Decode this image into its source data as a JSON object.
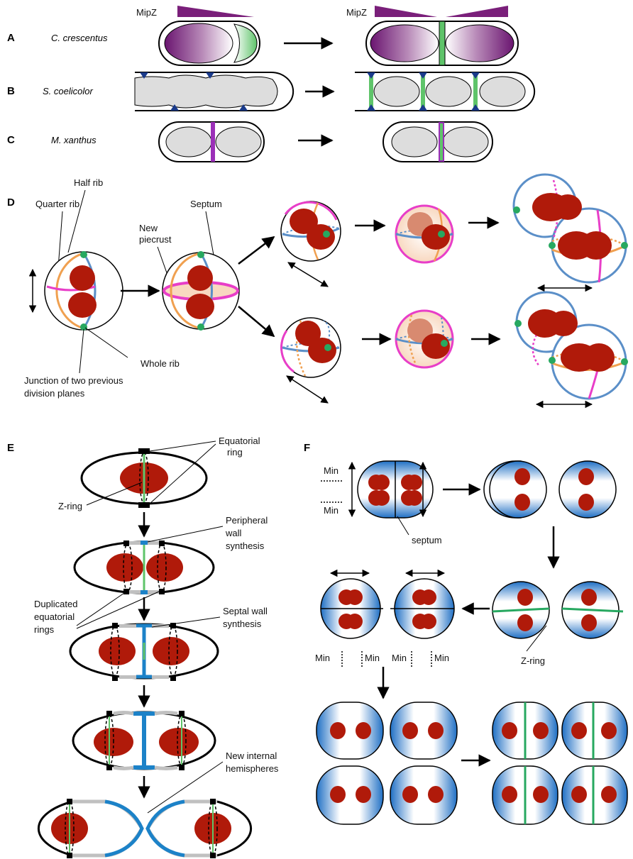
{
  "panels": {
    "A": {
      "letter": "A",
      "species": "C. crescentus",
      "protein_left": "MipZ",
      "protein_right": "MipZ"
    },
    "B": {
      "letter": "B",
      "species": "S. coelicolor"
    },
    "C": {
      "letter": "C",
      "species": "M. xanthus"
    },
    "D": {
      "letter": "D",
      "labels": {
        "quarter_rib": "Quarter rib",
        "half_rib": "Half rib",
        "new_piecrust_1": "New",
        "new_piecrust_2": "piecrust",
        "septum": "Septum",
        "whole_rib": "Whole rib",
        "junction_1": "Junction of two previous",
        "junction_2": "division planes"
      }
    },
    "E": {
      "letter": "E",
      "labels": {
        "equatorial_1": "Equatorial",
        "equatorial_2": "ring",
        "z_ring": "Z-ring",
        "peripheral_1": "Peripheral",
        "peripheral_2": "wall",
        "peripheral_3": "synthesis",
        "duplicated_1": "Duplicated",
        "duplicated_2": "equatorial",
        "duplicated_3": "rings",
        "septal_1": "Septal wall",
        "septal_2": "synthesis",
        "hemispheres_1": "New internal",
        "hemispheres_2": "hemispheres"
      }
    },
    "F": {
      "letter": "F",
      "labels": {
        "min_top": "Min",
        "min_bottom": "Min",
        "septum": "septum",
        "z_ring": "Z-ring",
        "min_row": [
          "Min",
          "Min",
          "Min",
          "Min"
        ]
      }
    }
  },
  "colors": {
    "mipz_purple": "#7a1f7a",
    "ftsz_green": "#5fc46a",
    "nucleoid_red": "#b01a0a",
    "rib_orange": "#f0a050",
    "rib_blue": "#5b8fc8",
    "rib_magenta": "#e83ec8",
    "junction_green": "#27a860",
    "min_blue": "#1f6fc4",
    "septal_blue": "#1c82c8",
    "mark_navy": "#1a3a8a"
  }
}
